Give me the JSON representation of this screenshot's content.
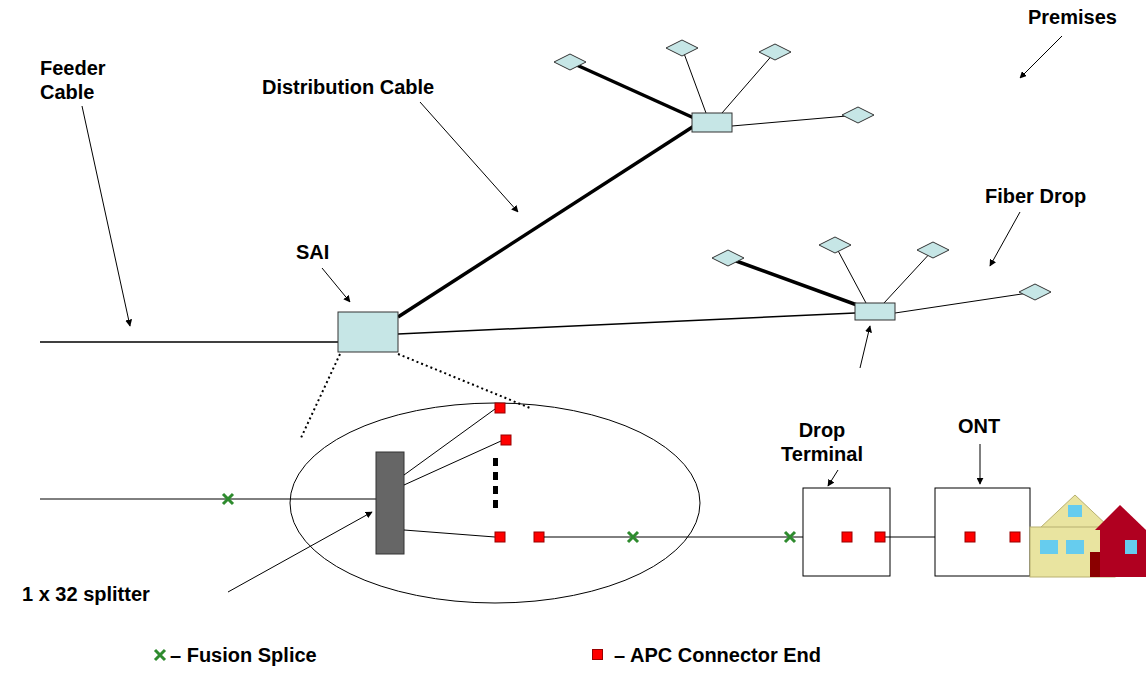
{
  "diagram": {
    "labels": [
      "Feeder Cable",
      "Distribution Cable",
      "SAI",
      "Premises",
      "Fiber Drop",
      "Drop Terminal",
      "ONT",
      "1 x 32 splitter"
    ],
    "legend": [
      {
        "text": "– Fusion Splice"
      },
      {
        "text": "– APC Connector End",
        "color": "#ff0000"
      }
    ]
  }
}
